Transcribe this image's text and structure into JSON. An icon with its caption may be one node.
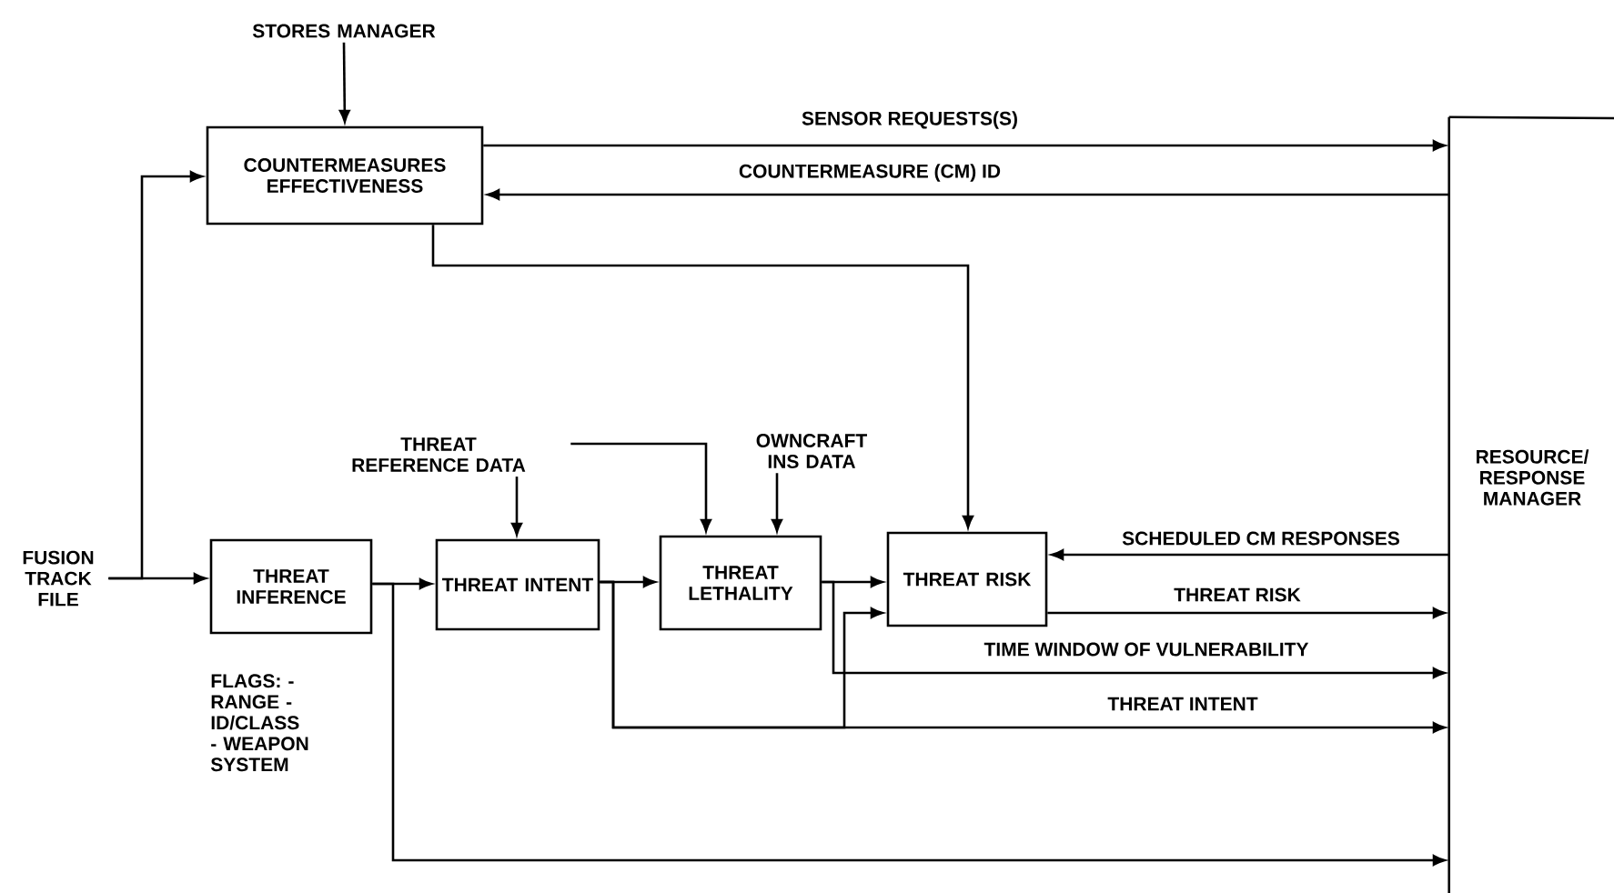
{
  "diagram": {
    "nodes": [
      {
        "text": [
          "STORES MANAGER"
        ]
      },
      {
        "text": [
          "COUNTERMEASURES EFFECTIVENESS"
        ]
      },
      {
        "text": [
          "FUSION TRACK FILE"
        ]
      },
      {
        "text": [
          "THREAT INFERENCE"
        ]
      },
      {
        "text": [
          "THREAT INTENT"
        ]
      },
      {
        "text": [
          "THREAT REFERENCE DATA"
        ]
      },
      {
        "text": [
          "THREAT LETHALITY"
        ]
      },
      {
        "text": [
          "OWNCRAFT INS DATA"
        ]
      },
      {
        "text": [
          "THREAT RISK"
        ]
      },
      {
        "text": [
          "RESOURCE/ RESPONSE MANAGER"
        ]
      }
    ],
    "edges": [
      {
        "from": 0,
        "to": 1,
        "arrow": "to"
      },
      {
        "from": 1,
        "to": 9,
        "arrow": "to",
        "label": "SENSOR REQUESTS(S)"
      },
      {
        "from": 9,
        "to": 1,
        "arrow": "to",
        "label": "COUNTERMEASURE (CM) ID"
      },
      {
        "from": 1,
        "to": 8,
        "arrow": "to"
      },
      {
        "from": 2,
        "to": 3,
        "arrow": "to"
      },
      {
        "from": 2,
        "to": 1,
        "arrow": "to"
      },
      {
        "from": 3,
        "to": 4,
        "arrow": "to"
      },
      {
        "from": 5,
        "to": 4,
        "arrow": "to"
      },
      {
        "from": 5,
        "to": 6,
        "arrow": "to"
      },
      {
        "from": 7,
        "to": 6,
        "arrow": "to"
      },
      {
        "from": 4,
        "to": 6,
        "arrow": "to"
      },
      {
        "from": 6,
        "to": 8,
        "arrow": "to"
      },
      {
        "from": 6,
        "to": 9,
        "arrow": "to",
        "label": "TIME WINDOW OF VULNERABILITY"
      },
      {
        "from": 8,
        "to": 9,
        "arrow": "to",
        "label": "THREAT RISK"
      },
      {
        "from": 9,
        "to": 8,
        "arrow": "to",
        "label": "SCHEDULED CM RESPONSES"
      },
      {
        "from": 4,
        "to": 9,
        "arrow": "to",
        "label": "THREAT INTENT"
      },
      {
        "from": 4,
        "to": 8,
        "arrow": "to"
      },
      {
        "from": 3,
        "to": 9,
        "arrow": "to"
      }
    ],
    "labels": [
      "FLAGS: - RANGE - ID/CLASS - WEAPON SYSTEM"
    ]
  }
}
